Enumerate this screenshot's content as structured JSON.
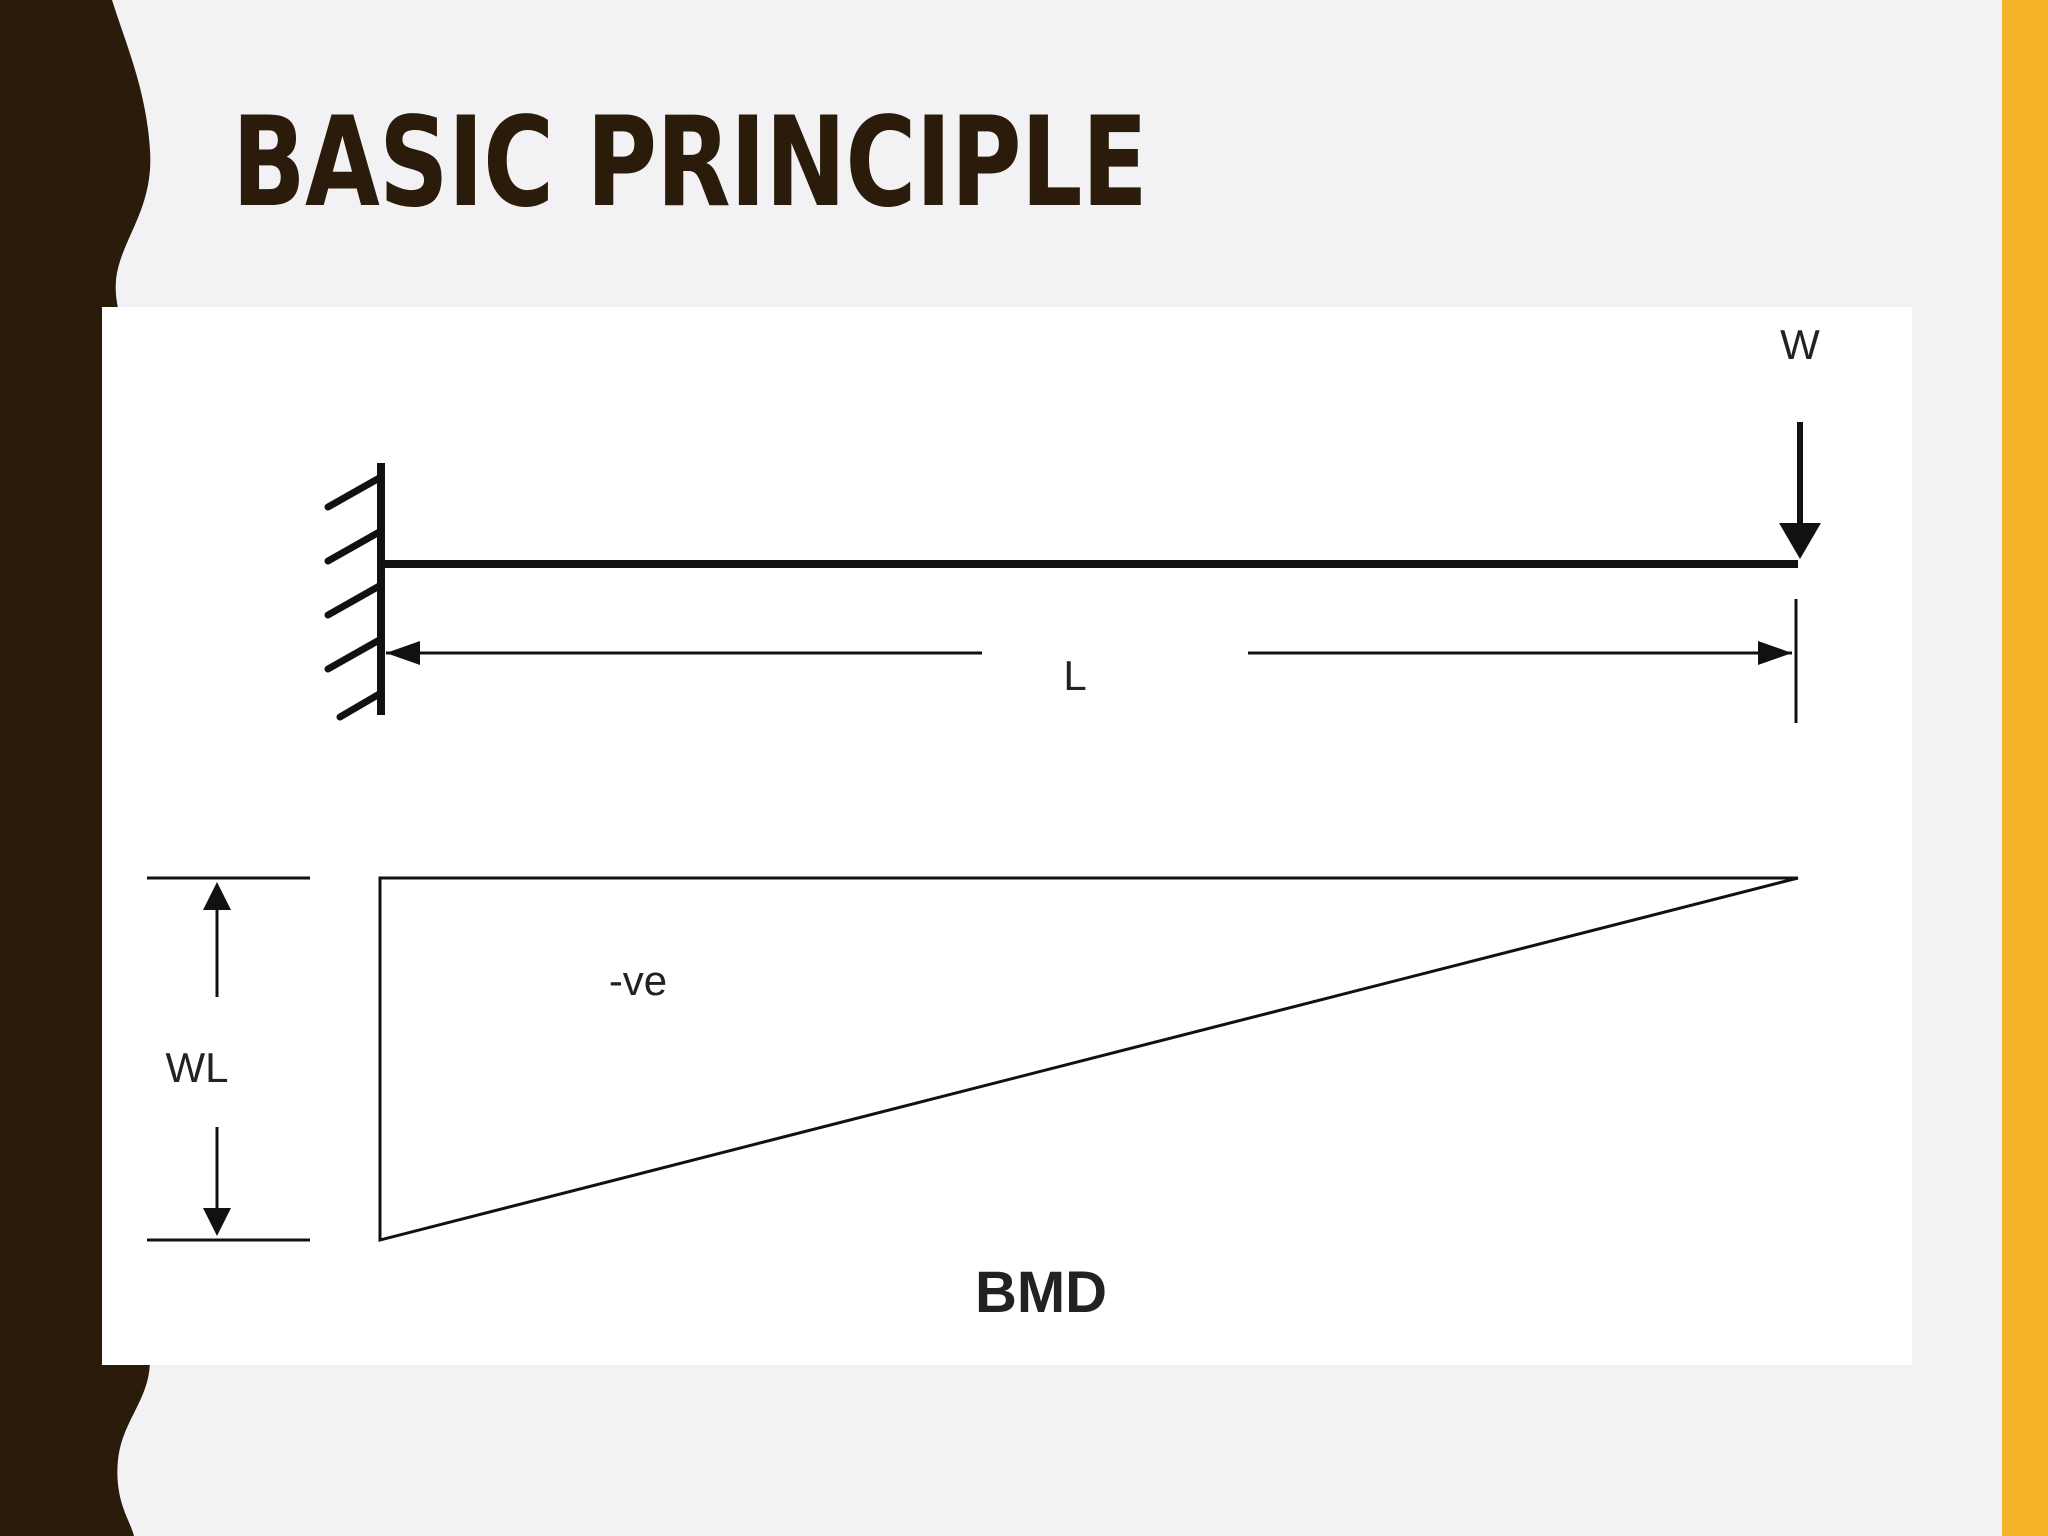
{
  "slide": {
    "title": "BASIC PRINCIPLE",
    "colors": {
      "background": "#f2f2f4",
      "left_band": "#2a1b0a",
      "right_band": "#f5b32a",
      "title": "#2a1b0a"
    }
  },
  "diagram": {
    "load_label": "W",
    "length_label": "L",
    "moment_label": "WL",
    "sign_label": "-ve",
    "caption": "BMD"
  }
}
